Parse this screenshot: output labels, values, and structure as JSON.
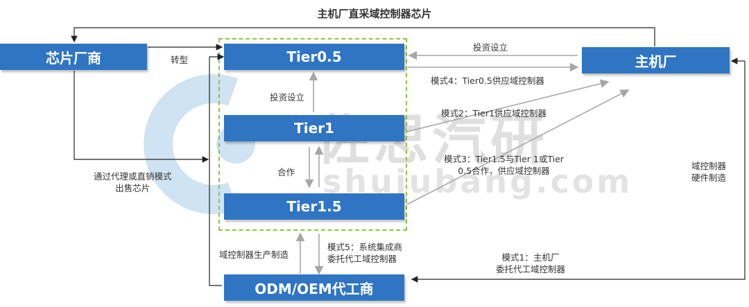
{
  "title": "主机厂直采域控制器芯片",
  "nodes": {
    "chip_vendor": "芯片厂商",
    "oem": "主机厂",
    "tier05": "Tier0.5",
    "tier1": "Tier1",
    "tier15": "Tier1.5",
    "odm": "ODM/OEM代工商"
  },
  "labels": {
    "transform": "转型",
    "invest_top": "投资设立",
    "invest_mid": "投资设立",
    "cooperate": "合作",
    "agent_sales": "通过代理或直销模式\n出售芯片",
    "mode4": "模式4：Tier0.5供应域控制器",
    "mode2": "模式2：Tier1供应域控制器",
    "mode3": "模式3：Tier1.5与Tier 1或Tier\n0.5合作，供应域控制器",
    "hw_manufacturing": "域控制器\n硬件制造",
    "domain_production": "域控制器生产制造",
    "mode5": "模式5：系统集成商\n委托代工域控制器",
    "mode1": "模式1：主机厂\n委托代工域控制器"
  },
  "watermark": {
    "logo_text": "佐思汽研",
    "url_text": "shujubang.com"
  },
  "colors": {
    "box_blue": "#2f75c4",
    "dashed_green": "#8dc63f",
    "line_dark": "#222222",
    "arrow_gray": "#a6a6a6"
  }
}
